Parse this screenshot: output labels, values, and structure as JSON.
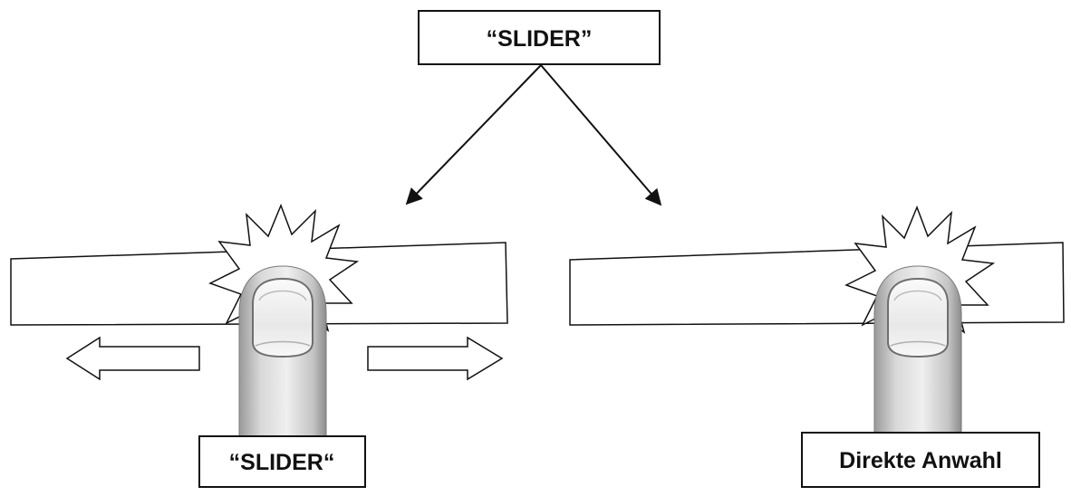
{
  "labels": {
    "top": "“SLIDER”",
    "left": "“SLIDER“",
    "right": "Direkte Anwahl"
  },
  "colors": {
    "stroke": "#111111",
    "finger_light": "#eeeeee",
    "finger_mid": "#c8c8c8",
    "finger_dark": "#8a8a8a",
    "nail": "#f4f4f4",
    "background": "#ffffff"
  },
  "icons": {
    "finger": "finger-touch-icon",
    "burst": "touch-burst-icon",
    "arrow_left": "arrow-left-icon",
    "arrow_right": "arrow-right-icon"
  }
}
